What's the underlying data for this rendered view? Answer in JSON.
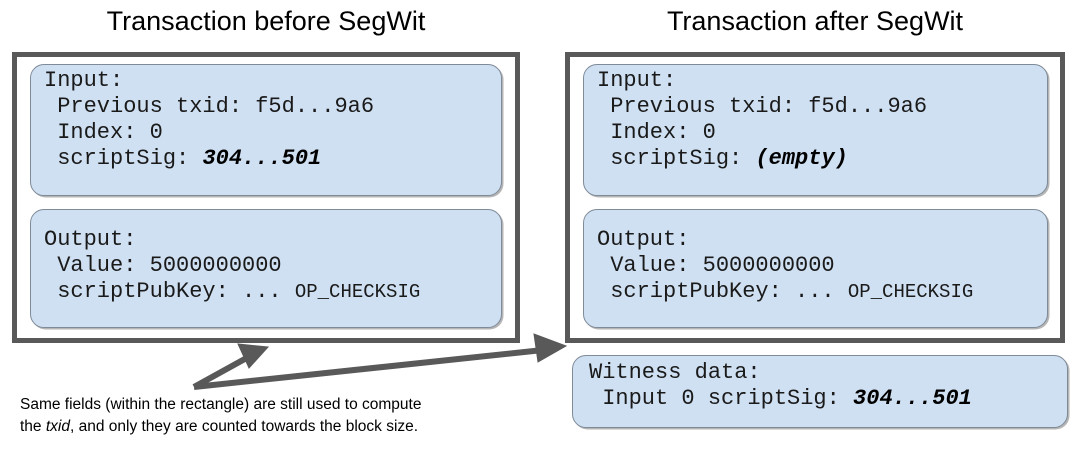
{
  "figure": {
    "kind": "segwit-transaction-diagram",
    "background": "#ffffff",
    "box_fill": "#cfe0f2",
    "box_border": "#7f8b99",
    "outer_border": "#595959",
    "arrow_color": "#595959"
  },
  "left_panel": {
    "title": "Transaction before SegWit",
    "input_box": {
      "header": "Input:",
      "line_txid": " Previous txid: f5d...9a6",
      "line_index": " Index: 0",
      "line_scriptsig_label": " scriptSig: ",
      "line_scriptsig_value": "304...501"
    },
    "output_box": {
      "header": "Output:",
      "line_value": " Value: 5000000000",
      "line_scriptpubkey_label": " scriptPubKey: ... ",
      "line_scriptpubkey_op": "OP_CHECKSIG"
    }
  },
  "right_panel": {
    "title": "Transaction after SegWit",
    "input_box": {
      "header": "Input:",
      "line_txid": " Previous txid: f5d...9a6",
      "line_index": " Index: 0",
      "line_scriptsig_label": " scriptSig: ",
      "line_scriptsig_value": "(empty)"
    },
    "output_box": {
      "header": "Output:",
      "line_value": " Value: 5000000000",
      "line_scriptpubkey_label": " scriptPubKey: ... ",
      "line_scriptpubkey_op": "OP_CHECKSIG"
    },
    "witness_box": {
      "header": "Witness data:",
      "line_input_label": " Input 0 scriptSig: ",
      "line_input_value": "304...501"
    }
  },
  "caption": {
    "line1_part1": "Same fields (within the rectangle) are still used to compute",
    "line2_part1": "the ",
    "line2_italic": "txid",
    "line2_part2": ", and only they are counted towards the block size."
  },
  "annotations": {
    "arrow_to_left_box": "arrow pointing to the before-SegWit rectangle",
    "arrow_to_right_box": "arrow pointing to the after-SegWit rectangle"
  }
}
